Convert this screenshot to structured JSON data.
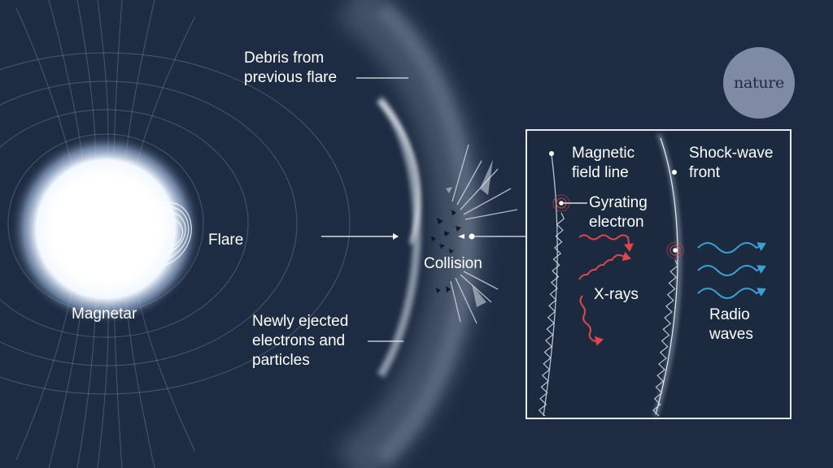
{
  "logo": {
    "text": "nature"
  },
  "labels": {
    "debris": [
      "Debris from",
      "previous flare"
    ],
    "flare": "Flare",
    "magnetar": "Magnetar",
    "newly_ejected": [
      "Newly ejected",
      "electrons and",
      "particles"
    ],
    "collision": "Collision",
    "magnetic_field_line": [
      "Magnetic",
      "field line"
    ],
    "shock_wave_front": [
      "Shock-wave",
      "front"
    ],
    "gyrating_electron": [
      "Gyrating",
      "electron"
    ],
    "x_rays": "X-rays",
    "radio_waves": [
      "Radio",
      "waves"
    ]
  },
  "colors": {
    "background": "#1e2c43",
    "inset_background": "#1c2a40",
    "x_ray_arrows": "#e0474c",
    "radio_wave_arrows": "#3aa0d6",
    "logo_circle": "#7f8ba4",
    "field_lines": "#9aa6b8"
  }
}
